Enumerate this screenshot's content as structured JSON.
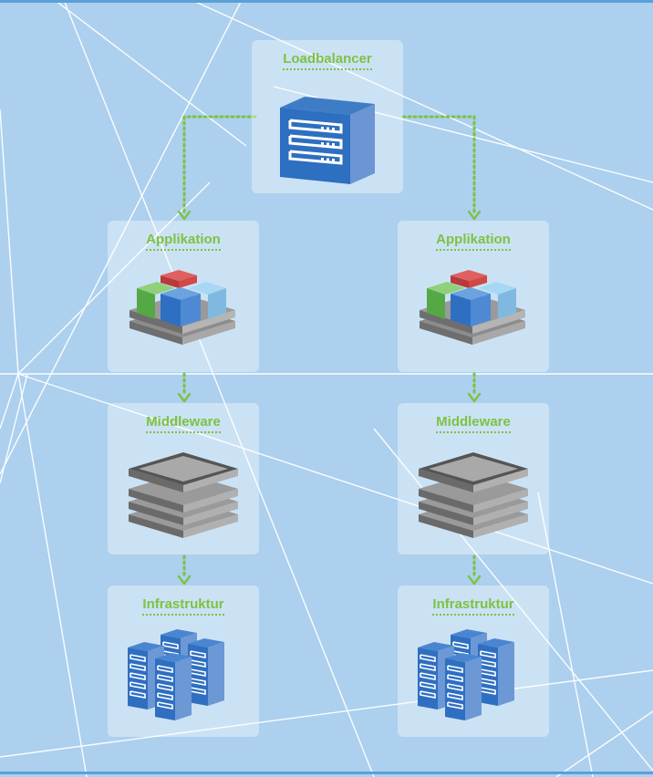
{
  "diagram": {
    "nodes": [
      {
        "id": "loadbalancer",
        "label": "Loadbalancer",
        "icon": "server-icon"
      },
      {
        "id": "app-left",
        "label": "Applikation",
        "icon": "app-blocks-icon"
      },
      {
        "id": "app-right",
        "label": "Applikation",
        "icon": "app-blocks-icon"
      },
      {
        "id": "mw-left",
        "label": "Middleware",
        "icon": "layer-stack-icon"
      },
      {
        "id": "mw-right",
        "label": "Middleware",
        "icon": "layer-stack-icon"
      },
      {
        "id": "infra-left",
        "label": "Infrastruktur",
        "icon": "server-rack-icon"
      },
      {
        "id": "infra-right",
        "label": "Infrastruktur",
        "icon": "server-rack-icon"
      }
    ],
    "edges": [
      {
        "from": "loadbalancer",
        "to": "app-left"
      },
      {
        "from": "loadbalancer",
        "to": "app-right"
      },
      {
        "from": "app-left",
        "to": "mw-left"
      },
      {
        "from": "app-right",
        "to": "mw-right"
      },
      {
        "from": "mw-left",
        "to": "infra-left"
      },
      {
        "from": "mw-right",
        "to": "infra-right"
      }
    ],
    "colors": {
      "background": "#acd0ee",
      "label": "#7dc242",
      "connector": "#7dc242",
      "server_blue": "#3f84cc",
      "app_red": "#d94c4c",
      "app_green": "#66bb55",
      "app_light_blue": "#7fc2ea",
      "layer_gray": "#8c8c8c"
    }
  }
}
